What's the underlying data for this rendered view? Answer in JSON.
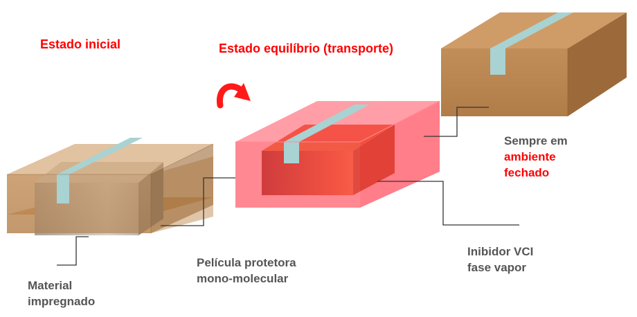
{
  "stages": {
    "initial": "Estado inicial",
    "equilibrium": "Estado equilíbrio (transporte)"
  },
  "labels": {
    "material": [
      "Material",
      "impregnado"
    ],
    "film": [
      "Película protetora",
      "mono-molecular"
    ],
    "vci": [
      "Inibidor VCI",
      "fase vapor"
    ],
    "closed": {
      "line1": "Sempre em",
      "line2": "ambiente",
      "line3": "fechado"
    }
  },
  "colors": {
    "title_red": "#ff0000",
    "label_gray": "#555555",
    "cardboard_top": "#cf9c68",
    "cardboard_front": "#b98550",
    "cardboard_side": "#a06d3b",
    "tape": "#a9d2d2",
    "vapor_red": "#ff5a68",
    "inner_orange": "#e0481c",
    "inner_gray": "#c8c2b8"
  },
  "icons": {
    "arrow": "curved-arrow-icon"
  }
}
